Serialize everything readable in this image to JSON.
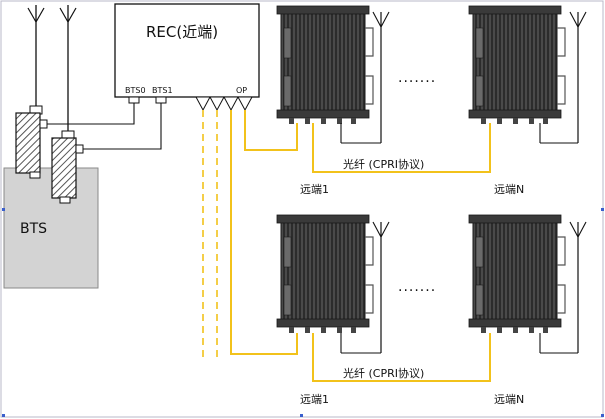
{
  "colors": {
    "fiber": "#f2c21b",
    "cable": "#111111",
    "bts_fill": "#d3d3d3",
    "unit_dark": "#2c2c2c",
    "unit_fin": "#4a4a4a",
    "hatch": "#555555"
  },
  "bts": {
    "label": "BTS"
  },
  "rec": {
    "title": "REC(近端)",
    "port_bts0": "BTS0",
    "port_bts1": "BTS1",
    "port_op": "OP"
  },
  "rows": [
    {
      "fiber_label": "光纤 (CPRI协议)",
      "unit_1_label": "远端1",
      "unit_n_label": "远端N",
      "dots": "......."
    },
    {
      "fiber_label": "光纤 (CPRI协议)",
      "unit_1_label": "远端1",
      "unit_n_label": "远端N",
      "dots": "......."
    }
  ],
  "icons": [
    "antenna-icon",
    "coupler-icon",
    "remote-unit-icon"
  ]
}
